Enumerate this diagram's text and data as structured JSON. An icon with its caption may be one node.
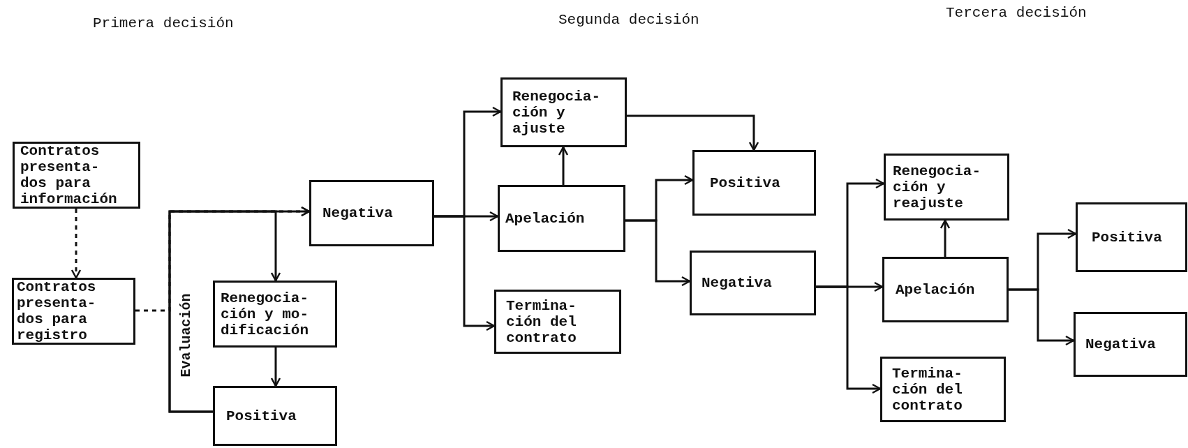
{
  "diagram": {
    "nodes": [
      {
        "text": [
          "Contratos presenta- dos para información"
        ]
      },
      {
        "text": [
          "Contratos presenta- dos para registro"
        ]
      },
      {
        "text": [
          "Negativa"
        ]
      },
      {
        "text": [
          "Renegocia- ción y mo- dificación"
        ]
      },
      {
        "text": [
          "Positiva"
        ]
      },
      {
        "text": [
          "Renegocia- ción y ajuste"
        ]
      },
      {
        "text": [
          "Apelación"
        ]
      },
      {
        "text": [
          "Termina- ción del contrato"
        ]
      },
      {
        "text": [
          "Positiva"
        ]
      },
      {
        "text": [
          "Negativa"
        ]
      },
      {
        "text": [
          "Renegocia- ción y reajuste"
        ]
      },
      {
        "text": [
          "Apelación"
        ]
      },
      {
        "text": [
          "Termina- ción del contrato"
        ]
      },
      {
        "text": [
          "Positiva"
        ]
      },
      {
        "text": [
          "Negativa"
        ]
      }
    ],
    "edges": [
      {
        "from": 0,
        "to": 1,
        "arrow": "to",
        "style": "dashed"
      },
      {
        "from": 1,
        "to": 2,
        "arrow": "to",
        "style": "dashed"
      },
      {
        "from": 4,
        "to": 2,
        "arrow": "to",
        "label": "Evaluación"
      },
      {
        "from": 4,
        "to": 3,
        "arrow": "to"
      },
      {
        "from": 3,
        "to": 4,
        "arrow": "to"
      },
      {
        "from": 2,
        "to": 5,
        "arrow": "to"
      },
      {
        "from": 2,
        "to": 6,
        "arrow": "to"
      },
      {
        "from": 2,
        "to": 7,
        "arrow": "to"
      },
      {
        "from": 6,
        "to": 5,
        "arrow": "to"
      },
      {
        "from": 5,
        "to": 8,
        "arrow": "to"
      },
      {
        "from": 6,
        "to": 8,
        "arrow": "to"
      },
      {
        "from": 6,
        "to": 9,
        "arrow": "to"
      },
      {
        "from": 9,
        "to": 10,
        "arrow": "to"
      },
      {
        "from": 9,
        "to": 11,
        "arrow": "to"
      },
      {
        "from": 9,
        "to": 12,
        "arrow": "to"
      },
      {
        "from": 11,
        "to": 10,
        "arrow": "to"
      },
      {
        "from": 11,
        "to": 13,
        "arrow": "to"
      },
      {
        "from": 11,
        "to": 14,
        "arrow": "to"
      }
    ],
    "labels": [
      "Primera decisión",
      "Segunda decisión",
      "Tercera decisión"
    ]
  }
}
